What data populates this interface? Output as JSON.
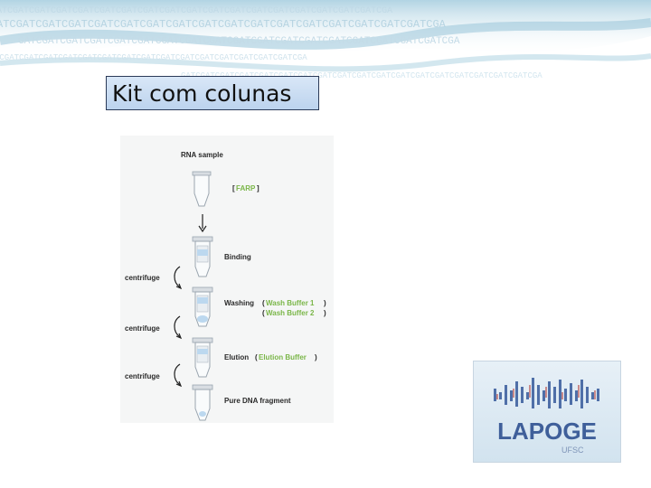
{
  "slide": {
    "title": "Kit com colunas"
  },
  "banner": {
    "dna_text": "GATCGATCGATCGATCGATCGATCGATCGATCGATCGATCGATCGATCGATCGATCGATCGATCGATCGATCGA"
  },
  "figure": {
    "steps": {
      "rna_sample": "RNA sample",
      "farp": "FARP",
      "binding": "Binding",
      "washing": "Washing",
      "wash_buffer_1": "Wash Buffer 1",
      "wash_buffer_2": "Wash Buffer 2",
      "elution": "Elution",
      "elution_buffer": "Elution Buffer",
      "pure_fragment": "Pure DNA fragment"
    },
    "centrifuge_label": "centrifuge",
    "colors": {
      "buffer_green": "#7ab648",
      "text": "#2a2a2a",
      "tube": "#b7bec6"
    }
  },
  "logo": {
    "name": "LAPOGE",
    "subtitle": "UFSC",
    "colors": {
      "primary": "#3f5f9a",
      "secondary": "#c98a8a"
    }
  }
}
